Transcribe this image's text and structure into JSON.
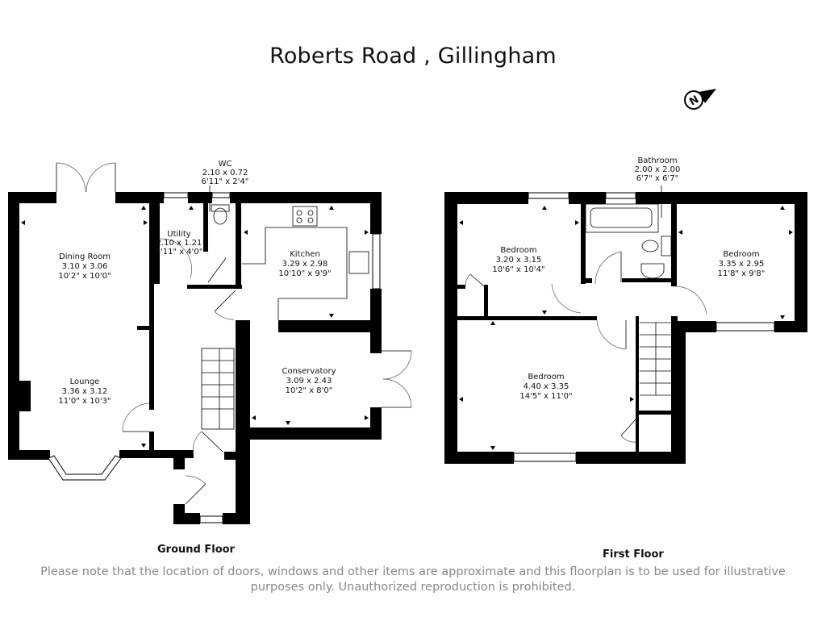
{
  "title": "Roberts Road , Gillingham",
  "compass": {
    "label": "N"
  },
  "ground_floor": {
    "label": "Ground Floor",
    "rooms": [
      {
        "name": "Dining Room",
        "metric": "3.10 x 3.06",
        "imperial": "10'2\" x 10'0\""
      },
      {
        "name": "Lounge",
        "metric": "3.36 x 3.12",
        "imperial": "11'0\" x 10'3\""
      },
      {
        "name": "Utility",
        "metric": "2.10 x 1.21",
        "imperial": "6'11\" x 4'0\""
      },
      {
        "name": "WC",
        "metric": "2.10 x 0.72",
        "imperial": "6'11\" x 2'4\""
      },
      {
        "name": "Kitchen",
        "metric": "3.29 x 2.98",
        "imperial": "10'10\" x 9'9\""
      },
      {
        "name": "Conservatory",
        "metric": "3.09 x 2.43",
        "imperial": "10'2\" x 8'0\""
      }
    ]
  },
  "first_floor": {
    "label": "First Floor",
    "rooms": [
      {
        "name": "Bathroom",
        "metric": "2.00 x 2.00",
        "imperial": "6'7\" x 6'7\""
      },
      {
        "name": "Bedroom",
        "metric": "3.20 x 3.15",
        "imperial": "10'6\" x 10'4\""
      },
      {
        "name": "Bedroom",
        "metric": "3.35 x 2.95",
        "imperial": "11'8\" x 9'8\""
      },
      {
        "name": "Bedroom",
        "metric": "4.40 x 3.35",
        "imperial": "14'5\" x 11'0\""
      }
    ]
  },
  "disclaimer": "Please note that the location of doors, windows and other items are approximate and this floorplan is to be used for illustrative purposes only. Unauthorized reproduction is prohibited."
}
